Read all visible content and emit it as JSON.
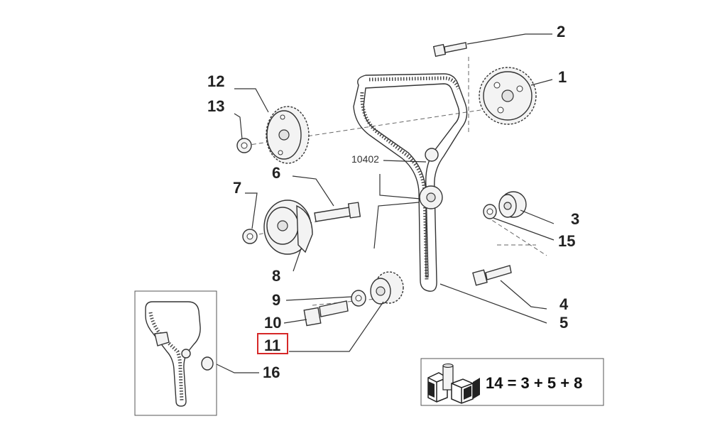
{
  "callouts": {
    "c1": "1",
    "c2": "2",
    "c3": "3",
    "c4": "4",
    "c5": "5",
    "c6": "6",
    "c7": "7",
    "c8": "8",
    "c9": "9",
    "c10": "10",
    "c11": "11",
    "c12": "12",
    "c13": "13",
    "c15": "15",
    "c16": "16",
    "belt_code": "10402"
  },
  "kit": {
    "equation": "14 = 3 + 5 + 8"
  },
  "highlight": {
    "callout": "11",
    "color": "#d62828"
  }
}
